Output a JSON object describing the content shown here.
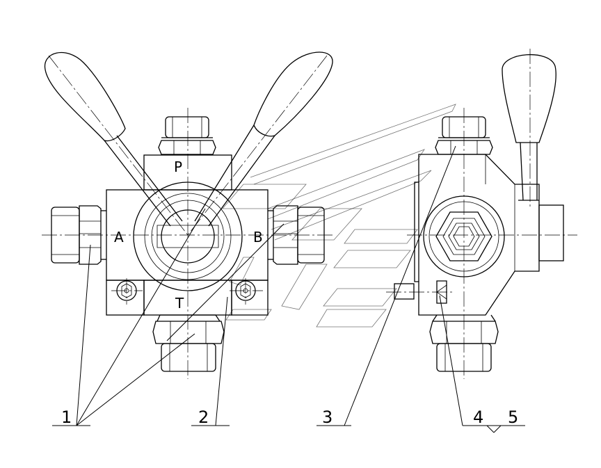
{
  "ports": {
    "p": "P",
    "a": "A",
    "b": "B",
    "t": "T"
  },
  "callouts": {
    "c1": "1",
    "c2": "2",
    "c3": "3",
    "c4": "4",
    "c5": "5"
  }
}
